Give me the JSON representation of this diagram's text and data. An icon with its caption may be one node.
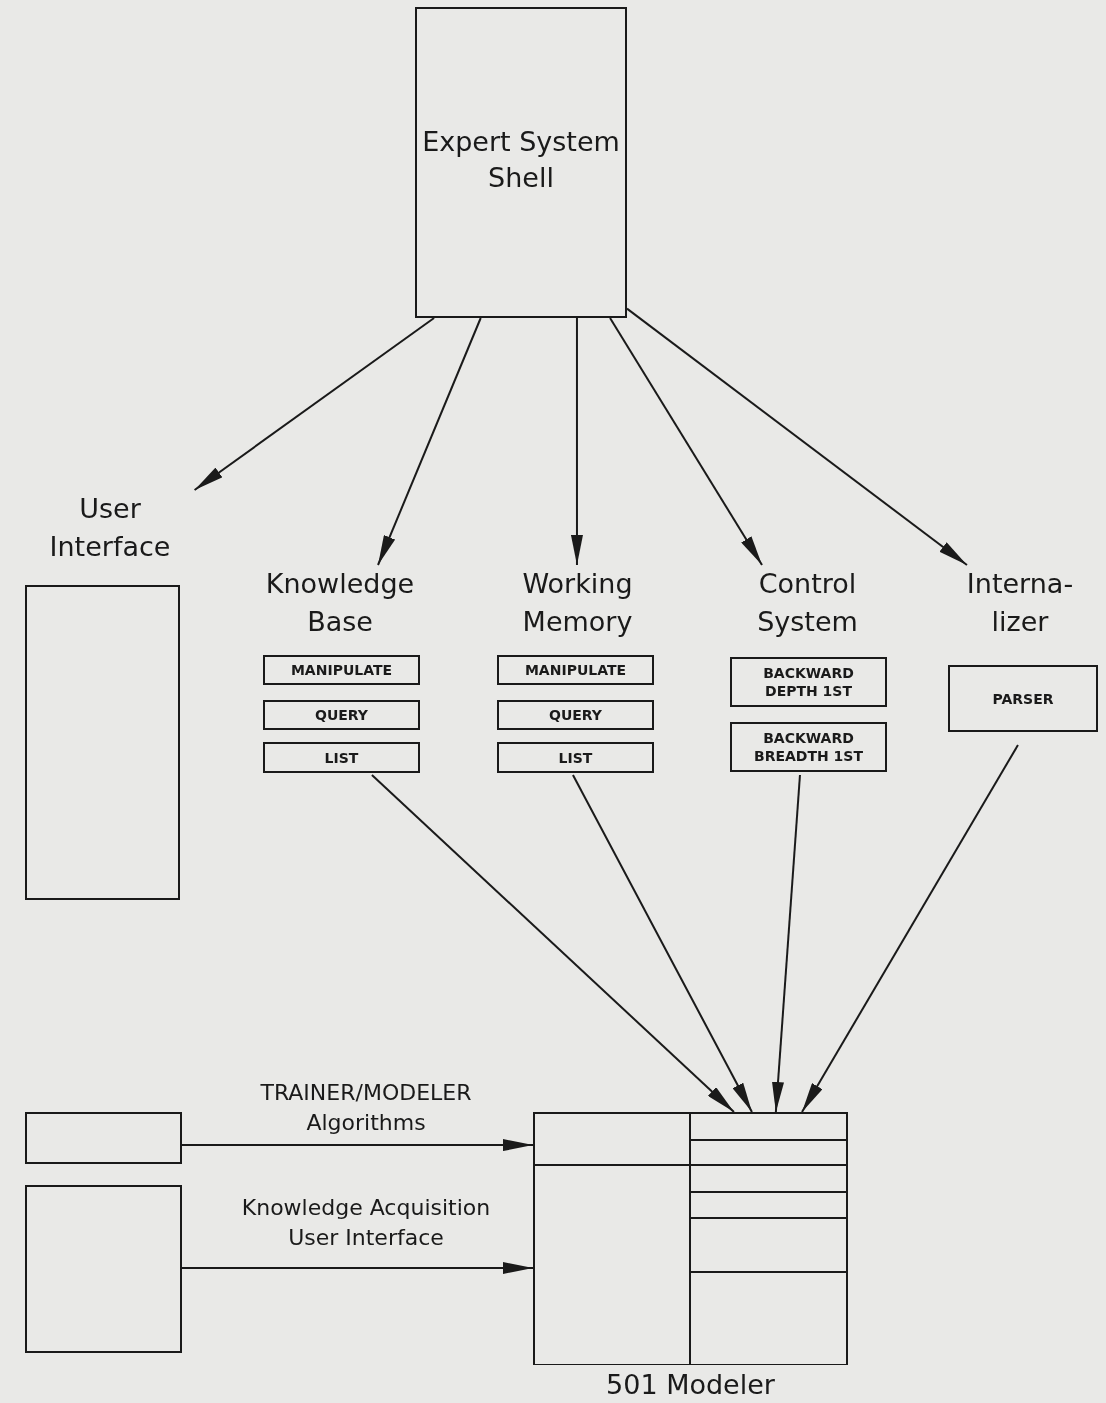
{
  "diagram": {
    "nodes": [
      {
        "text": [
          "Expert System Shell"
        ]
      },
      {
        "text": [
          "User Interface"
        ]
      },
      {
        "text": [],
        "shape": "box",
        "in": 1
      },
      {
        "text": [
          "Knowledge Base"
        ]
      },
      {
        "text": [
          "MANIPULATE"
        ],
        "in": 3
      },
      {
        "text": [
          "QUERY"
        ],
        "in": 3
      },
      {
        "text": [
          "LIST"
        ],
        "in": 3
      },
      {
        "text": [
          "Working Memory"
        ]
      },
      {
        "text": [
          "MANIPULATE"
        ],
        "in": 7
      },
      {
        "text": [
          "QUERY"
        ],
        "in": 7
      },
      {
        "text": [
          "LIST"
        ],
        "in": 7
      },
      {
        "text": [
          "Control System"
        ]
      },
      {
        "text": [
          "BACKWARD DEPTH 1ST"
        ],
        "in": 11
      },
      {
        "text": [
          "BACKWARD BREADTH 1ST"
        ],
        "in": 11
      },
      {
        "text": [
          "Interna-lizer"
        ]
      },
      {
        "text": [
          "PARSER"
        ],
        "in": 14
      },
      {
        "text": [],
        "shape": "box"
      },
      {
        "text": [],
        "shape": "box"
      },
      {
        "text": [
          "501 Modeler"
        ]
      }
    ],
    "edges": [
      {
        "from": 0,
        "to": 1,
        "arrow": "to"
      },
      {
        "from": 0,
        "to": 3,
        "arrow": "to"
      },
      {
        "from": 0,
        "to": 7,
        "arrow": "to"
      },
      {
        "from": 0,
        "to": 11,
        "arrow": "to"
      },
      {
        "from": 0,
        "to": 14,
        "arrow": "to"
      },
      {
        "from": 3,
        "to": 18,
        "arrow": "to"
      },
      {
        "from": 7,
        "to": 18,
        "arrow": "to"
      },
      {
        "from": 11,
        "to": 18,
        "arrow": "to"
      },
      {
        "from": 14,
        "to": 18,
        "arrow": "to"
      },
      {
        "from": 16,
        "to": 18,
        "arrow": "to",
        "label": "TRAINER/MODELER Algorithms"
      },
      {
        "from": 17,
        "to": 18,
        "arrow": "to",
        "label": "Knowledge Acquisition User Interface"
      }
    ]
  }
}
